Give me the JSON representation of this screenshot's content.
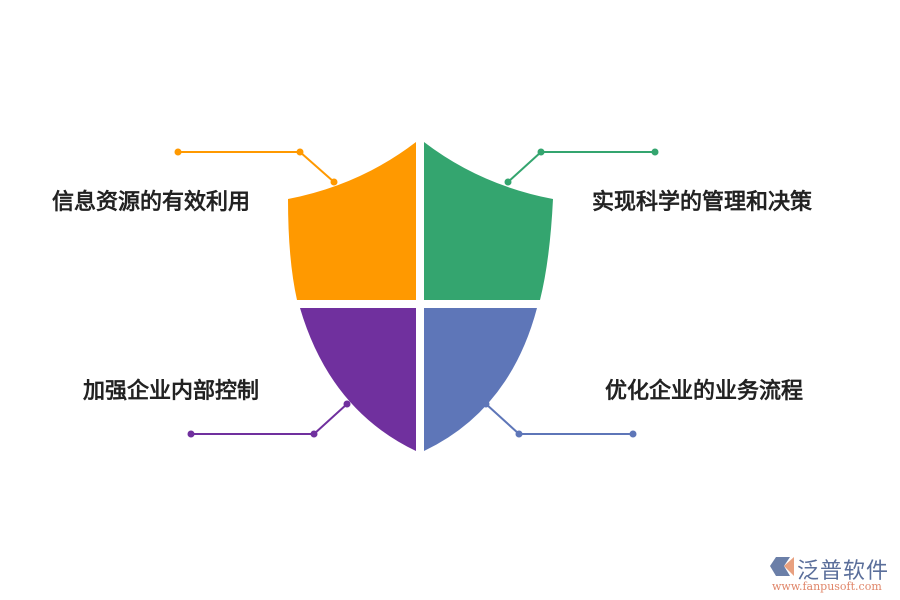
{
  "items": [
    {
      "label": "信息资源的有效利用",
      "color": "#FF9900"
    },
    {
      "label": "实现科学的管理和决策",
      "color": "#34A56F"
    },
    {
      "label": "加强企业内部控制",
      "color": "#70309E"
    },
    {
      "label": "优化企业的业务流程",
      "color": "#5E76B8"
    }
  ],
  "logo": {
    "name": "泛普软件",
    "url": "www.fanpusoft.com"
  }
}
